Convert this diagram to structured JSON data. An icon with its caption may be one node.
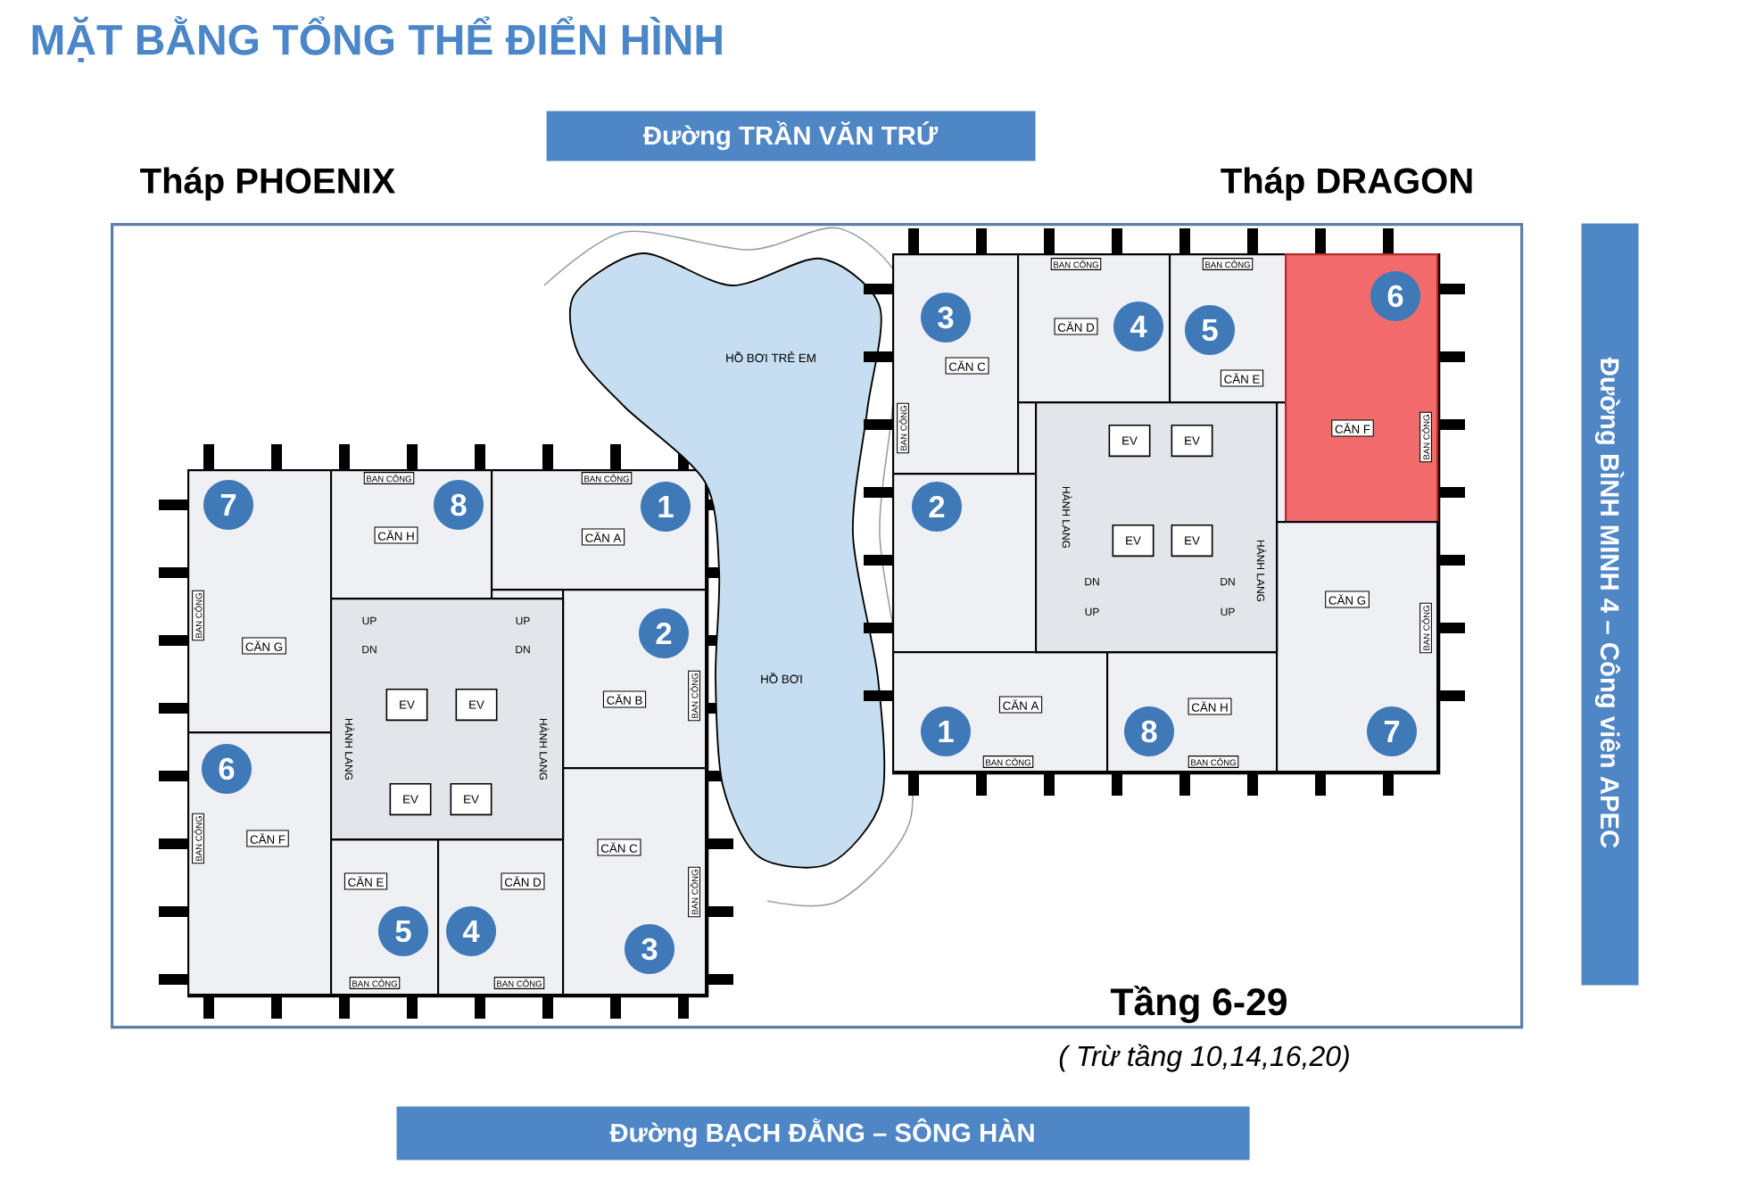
{
  "diagram": {
    "title": "MẶT BẰNG TỔNG THỂ ĐIỂN HÌNH",
    "nodes": [
      {
        "text": [],
        "shape": "box"
      },
      {
        "text": [],
        "shape": "box",
        "in": 0
      },
      {
        "text": [
          "7",
          "BAN CÔNG",
          "CĂN G"
        ],
        "in": 1
      },
      {
        "text": [
          "BAN CÔNG",
          "8",
          "CĂN H"
        ],
        "in": 1
      },
      {
        "text": [
          "BAN CÔNG",
          "1",
          "CĂN A"
        ],
        "in": 1
      },
      {
        "text": [
          "2",
          "CĂN B",
          "BAN CÔNG"
        ],
        "in": 1
      },
      {
        "text": [
          "6",
          "BAN CÔNG",
          "CĂN F"
        ],
        "in": 1
      },
      {
        "text": [
          "CĂN E",
          "5",
          "BAN CÔNG"
        ],
        "in": 1
      },
      {
        "text": [
          "CĂN D",
          "4",
          "BAN CÔNG"
        ],
        "in": 1
      },
      {
        "text": [
          "CĂN C",
          "BAN CÔNG",
          "3"
        ],
        "in": 1
      },
      {
        "text": [
          "UP",
          "UP",
          "DN",
          "DN",
          "EV",
          "EV",
          "HÀNH LANG",
          "HÀNH LANG",
          "EV",
          "EV"
        ],
        "in": 1
      },
      {
        "text": [
          "HỒ BƠI TRẺ EM",
          "HỒ BƠI"
        ],
        "in": 0
      },
      {
        "text": [],
        "shape": "box",
        "in": 0
      },
      {
        "text": [
          "3",
          "CĂN C",
          "BAN CÔNG"
        ],
        "in": 12
      },
      {
        "text": [
          "BAN CÔNG",
          "CĂN D",
          "4"
        ],
        "in": 12
      },
      {
        "text": [
          "BAN CÔNG",
          "5",
          "CĂN E"
        ],
        "in": 12
      },
      {
        "text": [
          "6",
          "CĂN F",
          "BAN CÔNG"
        ],
        "in": 12
      },
      {
        "text": [
          "2"
        ],
        "in": 12
      },
      {
        "text": [
          "CĂN A",
          "1",
          "BAN CÔNG"
        ],
        "in": 12
      },
      {
        "text": [
          "CĂN H",
          "8",
          "BAN CÔNG"
        ],
        "in": 12
      },
      {
        "text": [
          "CĂN G",
          "BAN CÔNG",
          "7"
        ],
        "in": 12
      },
      {
        "text": [
          "EV",
          "EV",
          "HÀNH LANG",
          "EV",
          "EV",
          "HÀNH LANG",
          "DN",
          "DN",
          "UP",
          "UP"
        ],
        "in": 12
      },
      {
        "text": [
          "Đường TRẦN VĂN TRỨ"
        ]
      },
      {
        "text": [
          "Đường BÌNH MINH 4 – Công viên APEC"
        ]
      },
      {
        "text": [
          "Đường BẠCH ĐẰNG – SÔNG HÀN"
        ]
      }
    ],
    "labels": [
      "Tháp PHOENIX",
      "Tháp DRAGON",
      "Tầng 6-29",
      "( Trừ tầng 10,14,16,20)"
    ]
  }
}
